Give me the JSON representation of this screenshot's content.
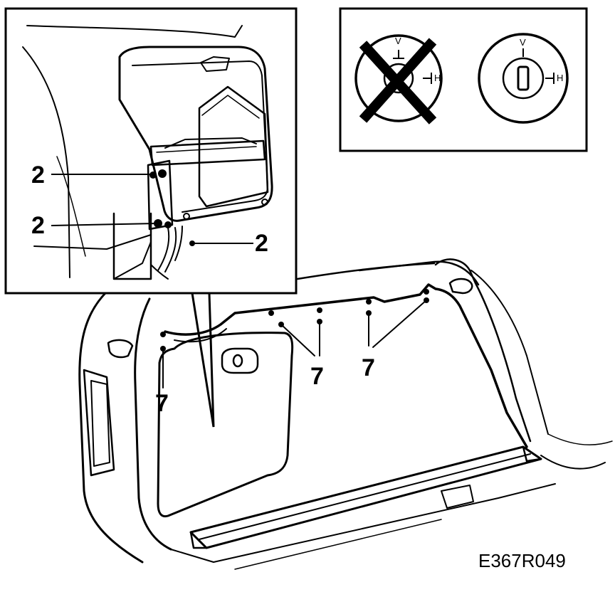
{
  "figure_id": "E367R049",
  "callouts": {
    "detail_connector_top": "2",
    "detail_connector_middle": "2",
    "detail_connector_bottom": "2",
    "fastener_left": "7",
    "fastener_center": "7",
    "fastener_right": "7"
  },
  "lock_marks": {
    "wrong": {
      "top": "V",
      "right": "H"
    },
    "correct": {
      "top": "V",
      "right": "H"
    }
  }
}
